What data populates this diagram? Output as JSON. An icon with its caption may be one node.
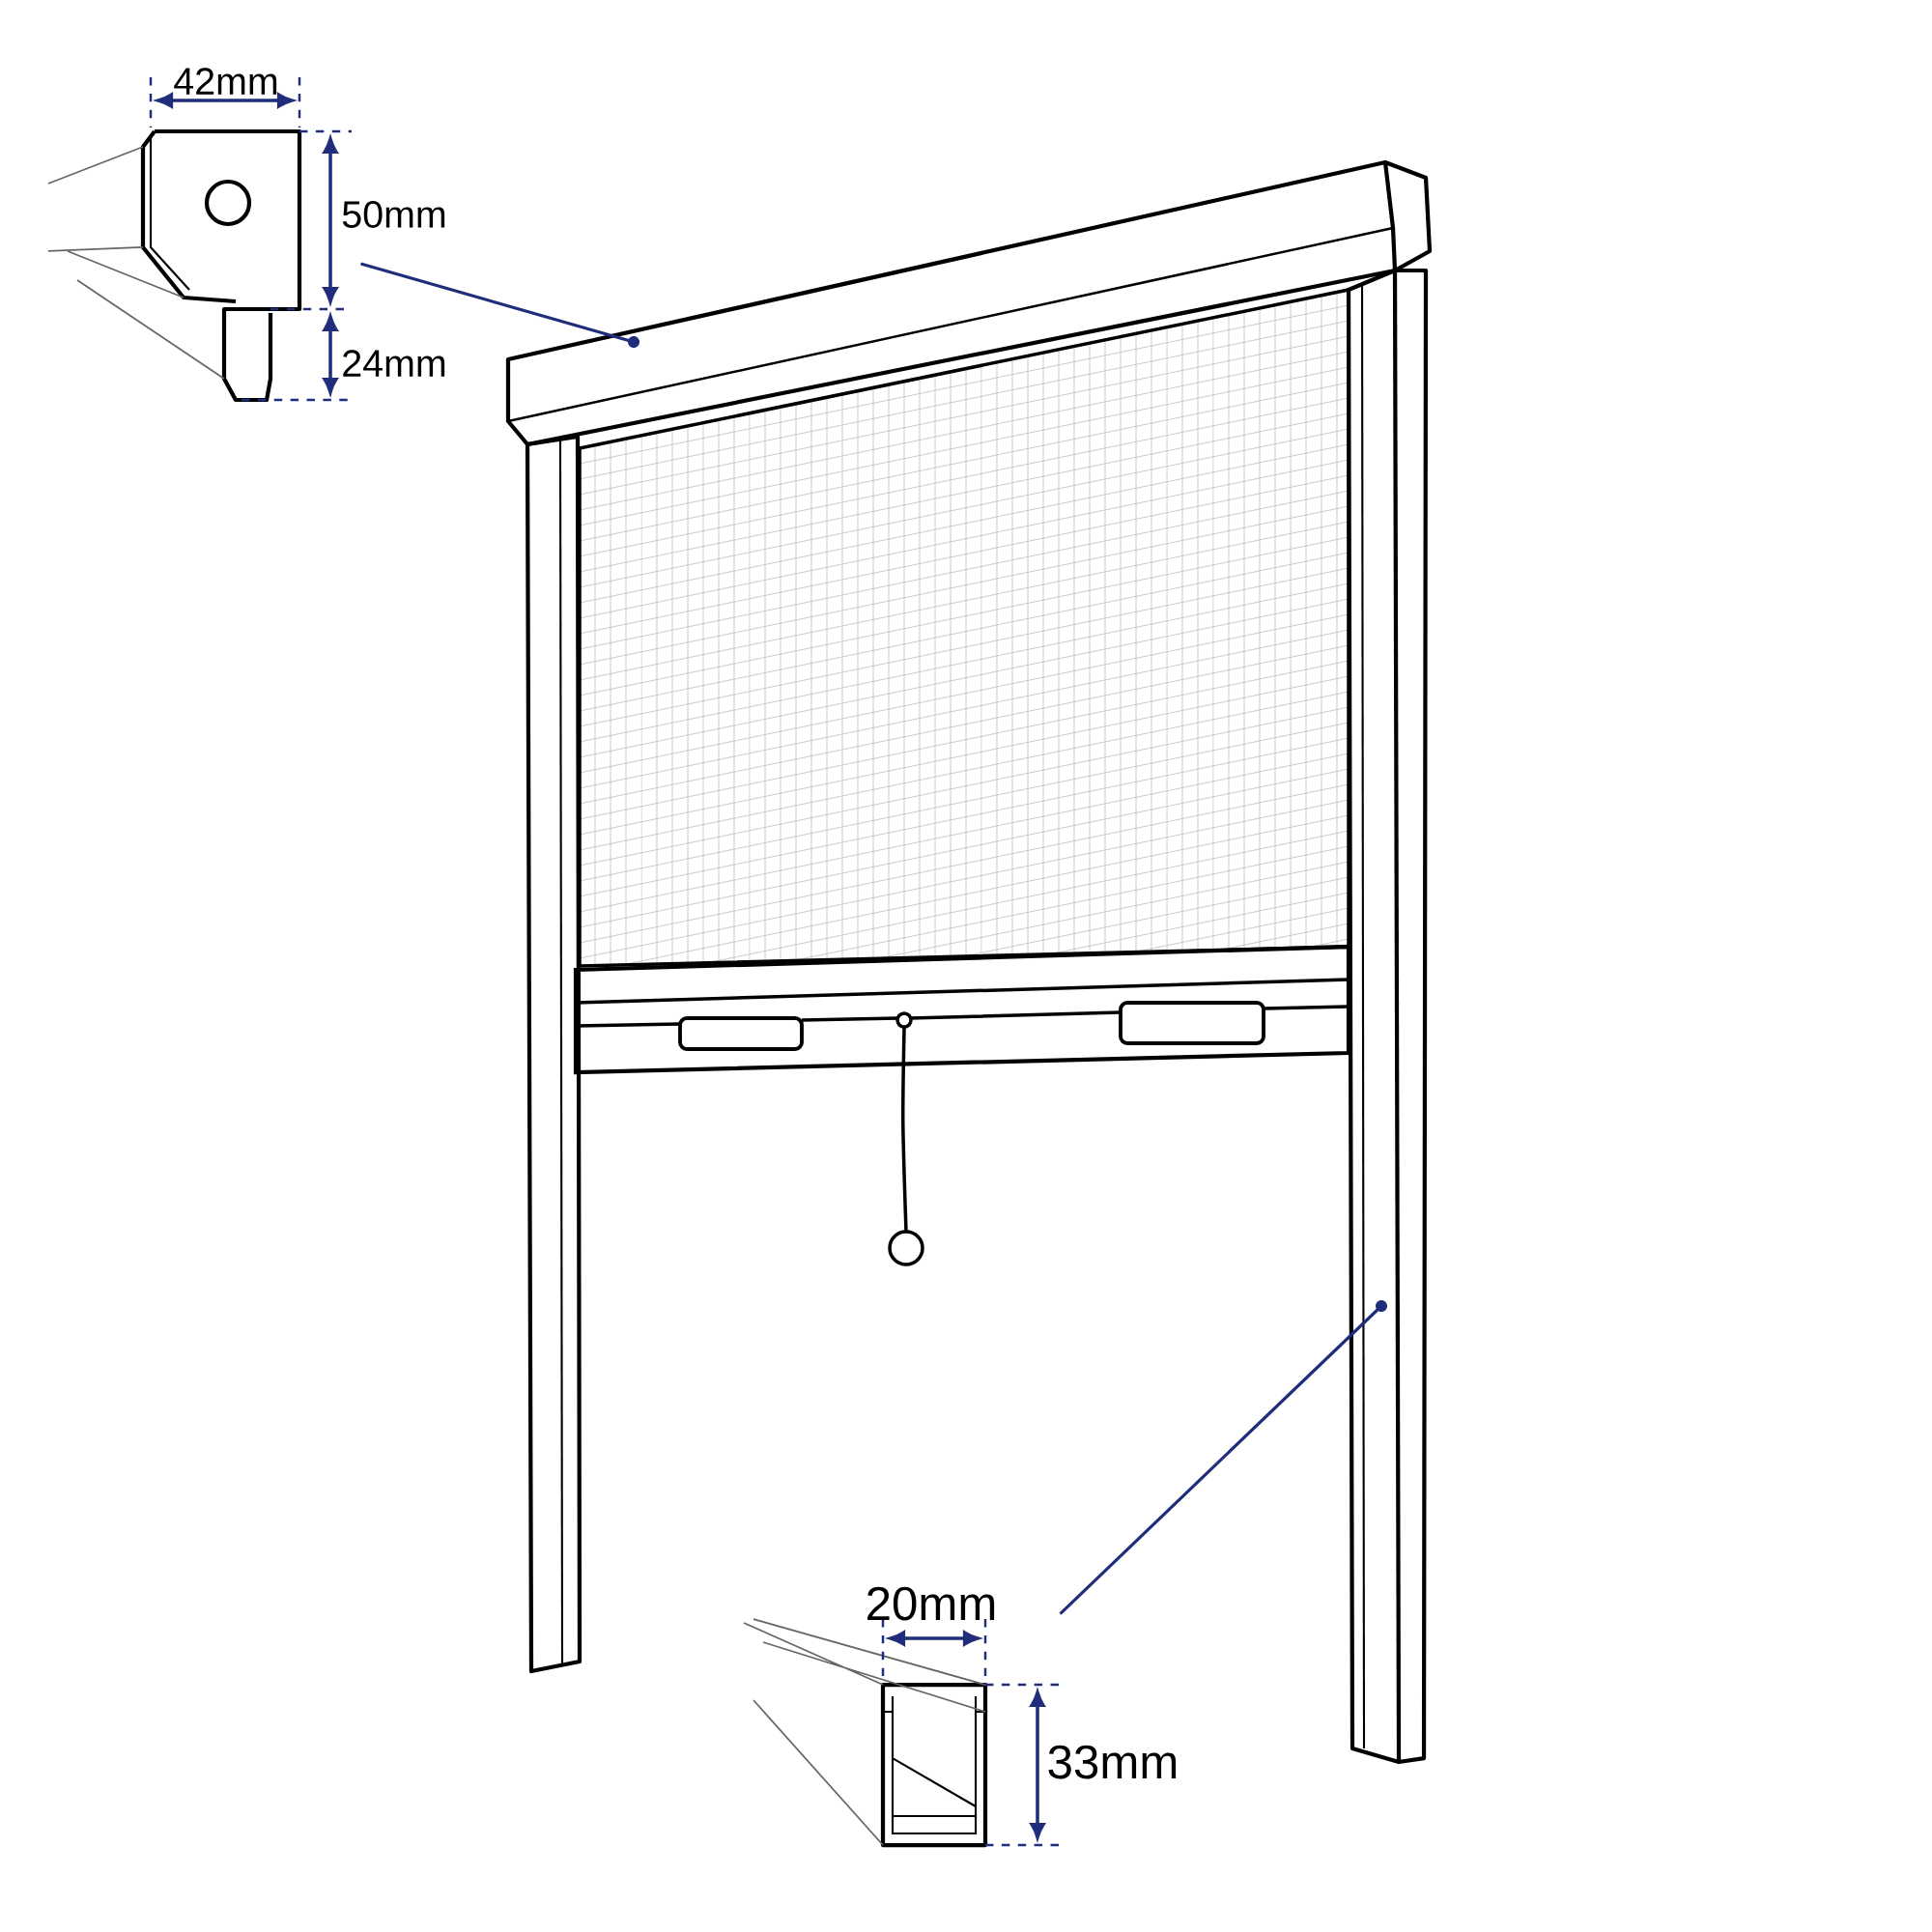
{
  "diagram": {
    "nodes": [
      {
        "text": [],
        "shape": "picture"
      },
      {
        "text": [],
        "shape": "bar"
      },
      {
        "text": [],
        "shape": "picture"
      },
      {
        "text": [],
        "shape": "bar"
      }
    ],
    "edges": [
      {
        "from": 0,
        "to": 1,
        "arrow": "none"
      },
      {
        "from": 2,
        "to": 3,
        "arrow": "none"
      }
    ],
    "labels": [
      "42mm",
      "50mm",
      "24mm",
      "20mm",
      "33mm"
    ]
  }
}
